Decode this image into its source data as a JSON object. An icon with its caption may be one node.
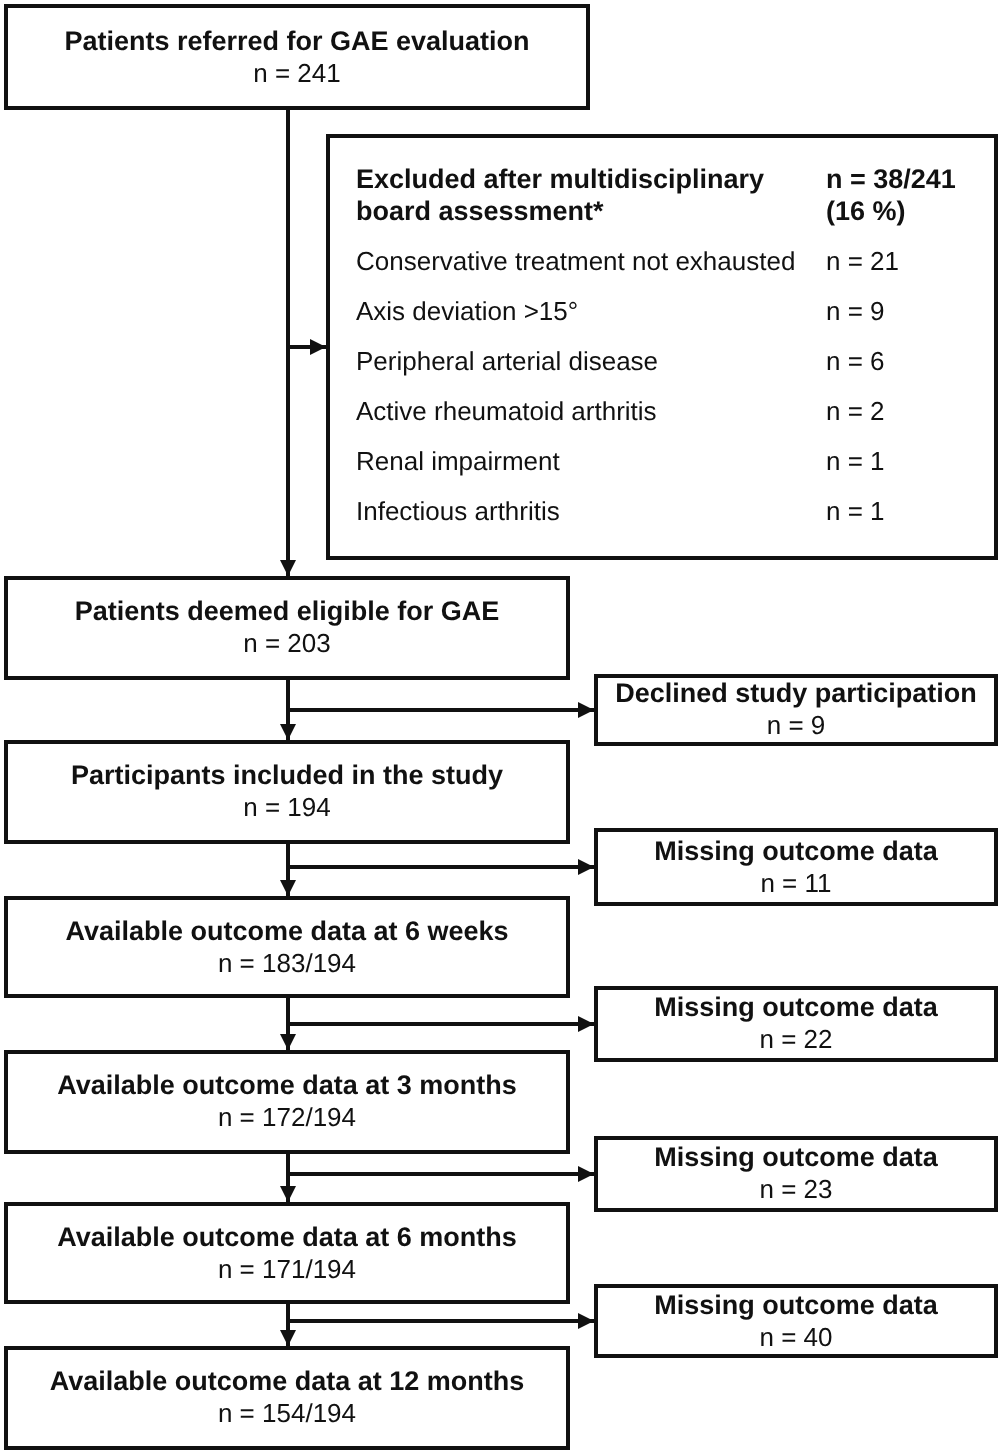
{
  "diagram": {
    "nodes": [
      {
        "text": [
          "Patients referred for GAE evaluation",
          "n = 241"
        ]
      },
      {
        "text": [
          "Excluded after multidisciplinary board assessment*",
          "n = 38/241 (16 %)",
          "Conservative treatment not exhausted",
          "n = 21",
          "Axis deviation >15°",
          "n = 9",
          "Peripheral arterial disease",
          "n = 6",
          "Active rheumatoid arthritis",
          "n = 2",
          "Renal impairment",
          "n = 1",
          "Infectious arthritis",
          "n = 1"
        ]
      },
      {
        "text": [
          "Patients deemed eligible for GAE",
          "n = 203"
        ]
      },
      {
        "text": [
          "Declined study participation",
          "n = 9"
        ]
      },
      {
        "text": [
          "Participants included in the study",
          "n = 194"
        ]
      },
      {
        "text": [
          "Missing outcome data",
          "n = 11"
        ]
      },
      {
        "text": [
          "Available outcome data at 6 weeks",
          "n = 183/194"
        ]
      },
      {
        "text": [
          "Missing outcome data",
          "n = 22"
        ]
      },
      {
        "text": [
          "Available outcome data at 3 months",
          "n = 172/194"
        ]
      },
      {
        "text": [
          "Missing outcome data",
          "n = 23"
        ]
      },
      {
        "text": [
          "Available outcome data at 6 months",
          "n = 171/194"
        ]
      },
      {
        "text": [
          "Missing outcome data",
          "n = 40"
        ]
      },
      {
        "text": [
          "Available outcome data at 12 months",
          "n = 154/194"
        ]
      }
    ],
    "edges": [
      {
        "from": 0,
        "to": 2,
        "arrow": "to"
      },
      {
        "from": 0,
        "to": 1,
        "arrow": "to"
      },
      {
        "from": 2,
        "to": 4,
        "arrow": "to"
      },
      {
        "from": 2,
        "to": 3,
        "arrow": "to"
      },
      {
        "from": 4,
        "to": 6,
        "arrow": "to"
      },
      {
        "from": 4,
        "to": 5,
        "arrow": "to"
      },
      {
        "from": 6,
        "to": 8,
        "arrow": "to"
      },
      {
        "from": 6,
        "to": 7,
        "arrow": "to"
      },
      {
        "from": 8,
        "to": 10,
        "arrow": "to"
      },
      {
        "from": 8,
        "to": 9,
        "arrow": "to"
      },
      {
        "from": 10,
        "to": 12,
        "arrow": "to"
      },
      {
        "from": 10,
        "to": 11,
        "arrow": "to"
      }
    ]
  }
}
